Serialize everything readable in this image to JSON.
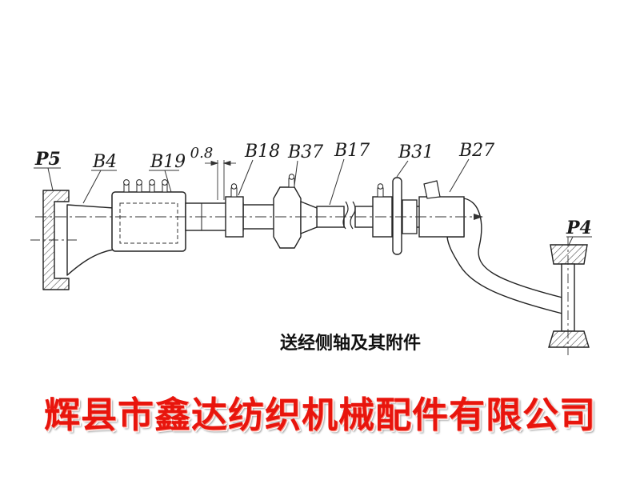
{
  "diagram": {
    "caption": "送经侧轴及其附件",
    "labels": {
      "p5": "P5",
      "b4": "B4",
      "b19": "B19",
      "dim": "0.8",
      "b18": "B18",
      "b37": "B37",
      "b17": "B17",
      "b31": "B31",
      "b27": "B27",
      "p4": "P4"
    }
  },
  "footer": {
    "company_name": "辉县市鑫达纺织机械配件有限公司",
    "text_color": "#e8150d"
  }
}
